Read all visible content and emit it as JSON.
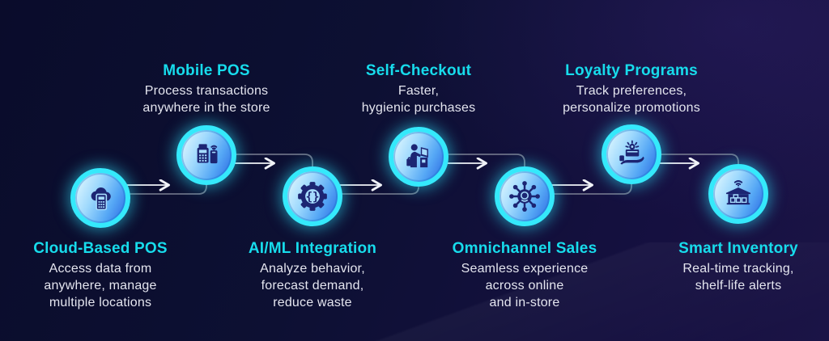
{
  "theme": {
    "background_navy": "#0d1033",
    "title_cyan": "#17dcec",
    "description_text": "#e4e5ef",
    "ring_cyan": "#35e9fb",
    "badge_gradient_start": "#eafcff",
    "badge_gradient_end": "#2b67e2",
    "icon_navy": "#1c2573",
    "track_gray": "#8b90a0",
    "arrow_white": "#f0f2f7"
  },
  "nodes": [
    {
      "title": "Cloud-Based POS",
      "description": "Access data from\nanywhere, manage\nmultiple locations",
      "icon": "cloud-pos-icon",
      "label_position": "bottom"
    },
    {
      "title": "Mobile POS",
      "description": "Process transactions\nanywhere in the store",
      "icon": "mobile-pos-icon",
      "label_position": "top"
    },
    {
      "title": "AI/ML Integration",
      "description": "Analyze behavior,\nforecast demand,\nreduce waste",
      "icon": "ai-ml-gear-icon",
      "label_position": "bottom"
    },
    {
      "title": "Self-Checkout",
      "description": "Faster,\nhygienic purchases",
      "icon": "self-checkout-icon",
      "label_position": "top"
    },
    {
      "title": "Omnichannel Sales",
      "description": "Seamless experience\nacross online\nand in-store",
      "icon": "omnichannel-network-icon",
      "label_position": "bottom"
    },
    {
      "title": "Loyalty Programs",
      "description": "Track preferences,\npersonalize promotions",
      "icon": "loyalty-hand-icon",
      "label_position": "top"
    },
    {
      "title": "Smart Inventory",
      "description": "Real-time tracking,\nshelf-life alerts",
      "icon": "smart-inventory-icon",
      "label_position": "bottom"
    }
  ]
}
